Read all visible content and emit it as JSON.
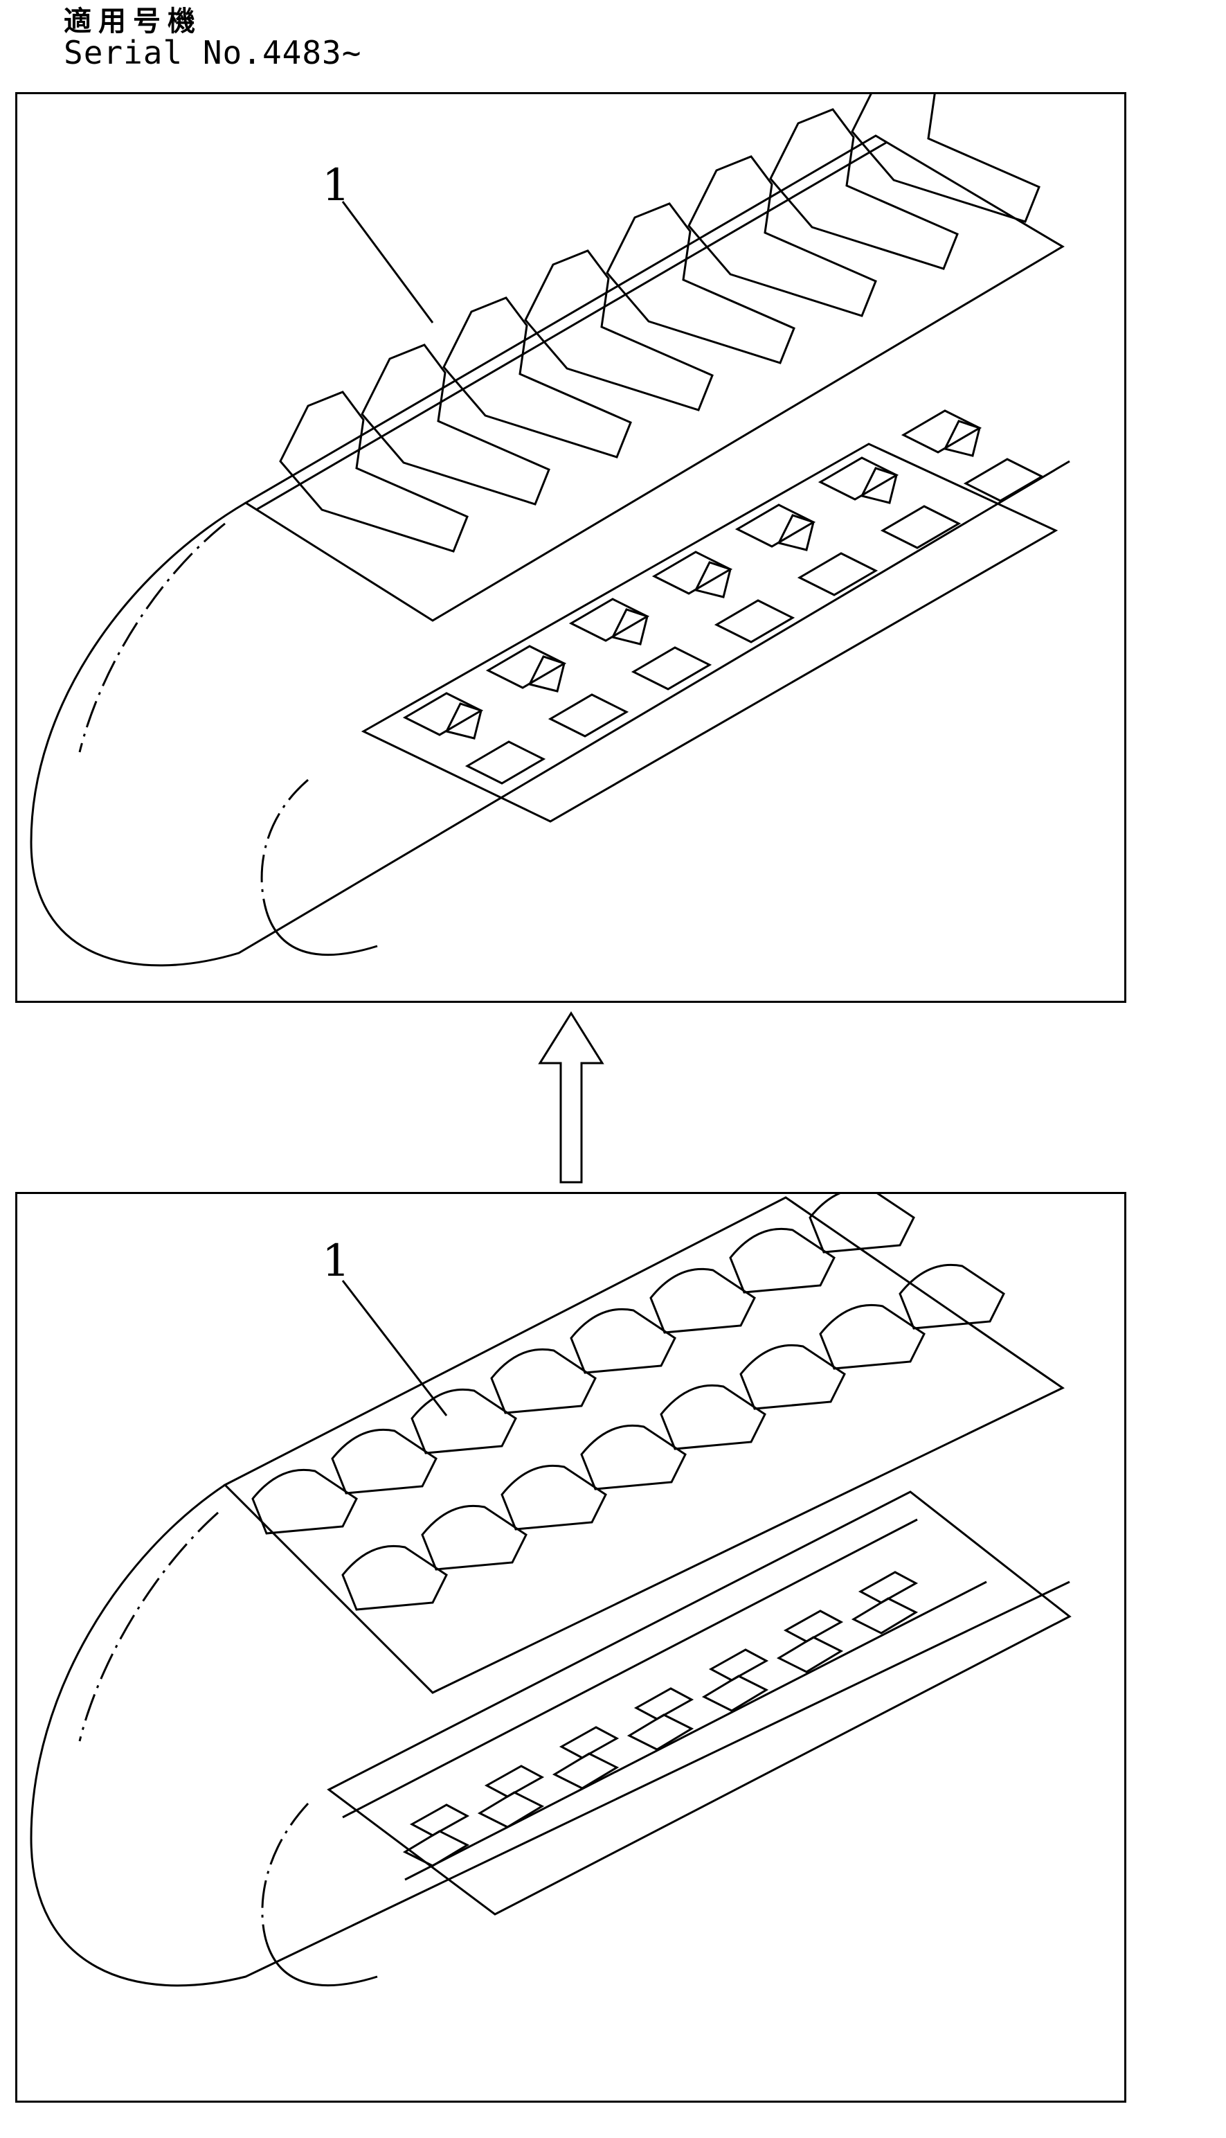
{
  "header": {
    "applicable_models_label": "適用号機",
    "serial_label": "Serial No.4483~"
  },
  "top_panel": {
    "callout": "1"
  },
  "bottom_panel": {
    "callout": "1"
  },
  "arrow": {
    "direction": "up"
  }
}
